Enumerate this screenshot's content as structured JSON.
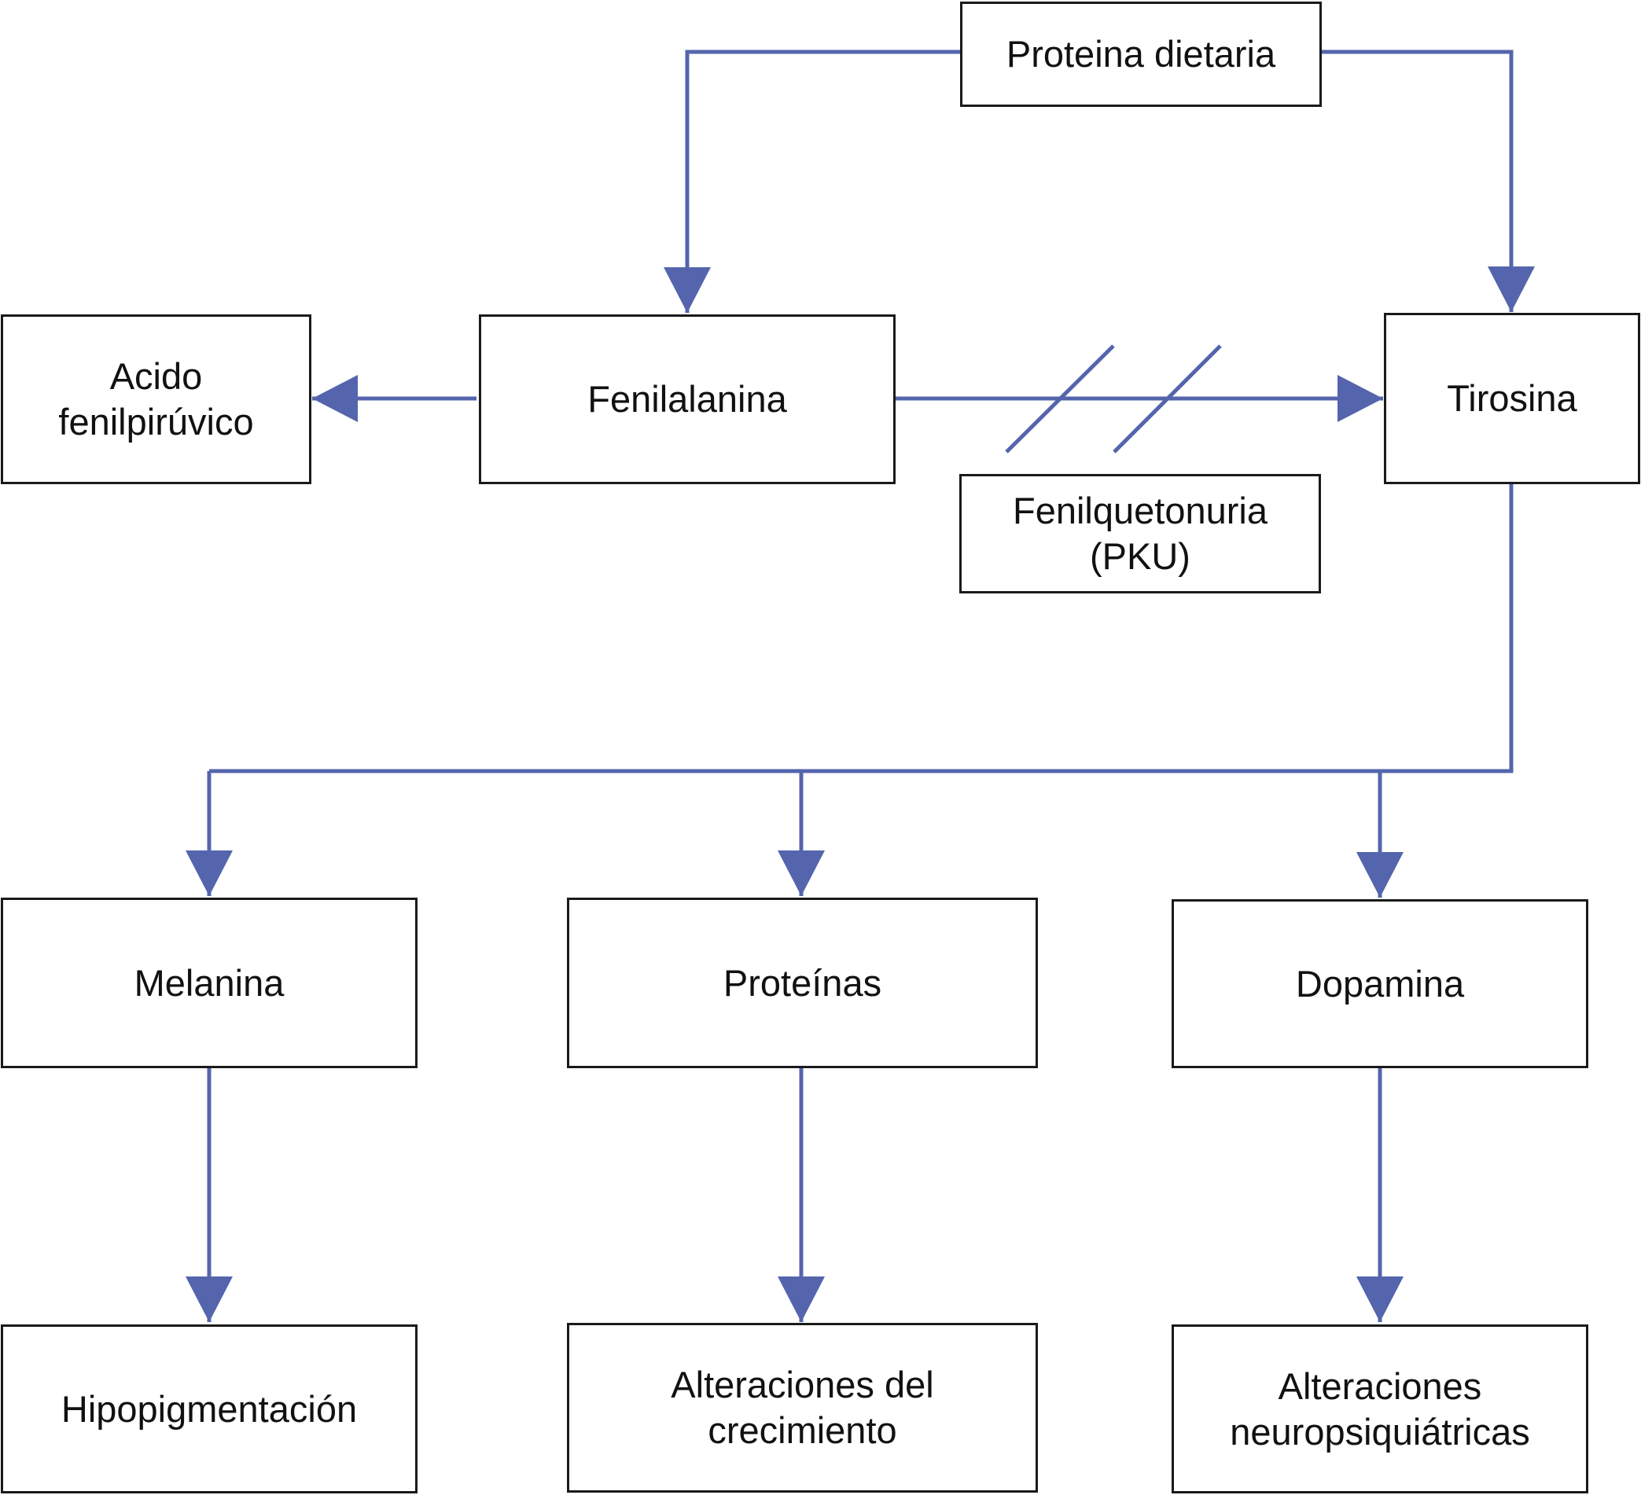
{
  "colors": {
    "connector": "#5465ad",
    "box_border": "#1a1a1a",
    "text": "#111111",
    "background": "#ffffff"
  },
  "nodes": {
    "proteina_dietaria": "Proteina dietaria",
    "fenilalanina": "Fenilalanina",
    "acido_fenilpiruvico": "Acido fenilpirúvico",
    "tirosina": "Tirosina",
    "fenilquetonuria": "Fenilquetonuria (PKU)",
    "melanina": "Melanina",
    "proteinas": "Proteínas",
    "dopamina": "Dopamina",
    "hipopigmentacion": "Hipopigmentación",
    "alteraciones_crecimiento": "Alteraciones del crecimiento",
    "alteraciones_neuropsiquiatricas": "Alteraciones neuropsiquiátricas"
  },
  "edges": [
    {
      "from": "Proteina dietaria",
      "to": "Fenilalanina"
    },
    {
      "from": "Proteina dietaria",
      "to": "Tirosina"
    },
    {
      "from": "Fenilalanina",
      "to": "Acido fenilpirúvico"
    },
    {
      "from": "Fenilalanina",
      "to": "Tirosina",
      "blocked_by": "Fenilquetonuria (PKU)"
    },
    {
      "from": "Tirosina",
      "to": "Melanina"
    },
    {
      "from": "Tirosina",
      "to": "Proteínas"
    },
    {
      "from": "Tirosina",
      "to": "Dopamina"
    },
    {
      "from": "Melanina",
      "to": "Hipopigmentación"
    },
    {
      "from": "Proteínas",
      "to": "Alteraciones del crecimiento"
    },
    {
      "from": "Dopamina",
      "to": "Alteraciones neuropsiquiátricas"
    }
  ]
}
